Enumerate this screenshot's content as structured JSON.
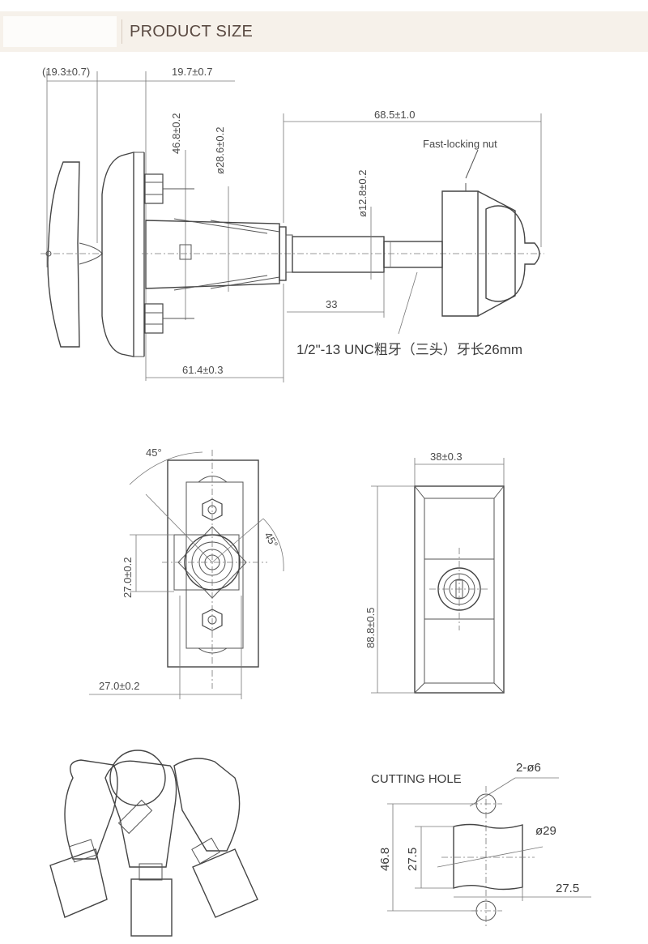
{
  "header": {
    "title": "PRODUCT SIZE"
  },
  "side_view": {
    "dim_left": "(19.3±0.7)",
    "dim_flange": "19.7±0.7",
    "dim_height": "46.8±0.2",
    "dim_dia": "ø28.6±0.2",
    "dim_length": "68.5±1.0",
    "nut_label": "Fast-locking nut",
    "dim_shaft": "ø12.8±0.2",
    "dim_33": "33",
    "dim_body": "61.4±0.3",
    "thread_note": "1/2\"-13 UNC粗牙（三头）牙长26mm"
  },
  "front_view": {
    "angle_top": "45°",
    "angle_right": "45°",
    "dim_height": "27.0±0.2",
    "dim_width": "27.0±0.2"
  },
  "face_view": {
    "dim_width": "38±0.3",
    "dim_height": "88.8±0.5"
  },
  "cutting_hole": {
    "title": "CUTTING HOLE",
    "holes": "2-ø6",
    "dia": "ø29",
    "dim_total": "46.8",
    "dim_inner": "27.5",
    "dim_width": "27.5"
  }
}
